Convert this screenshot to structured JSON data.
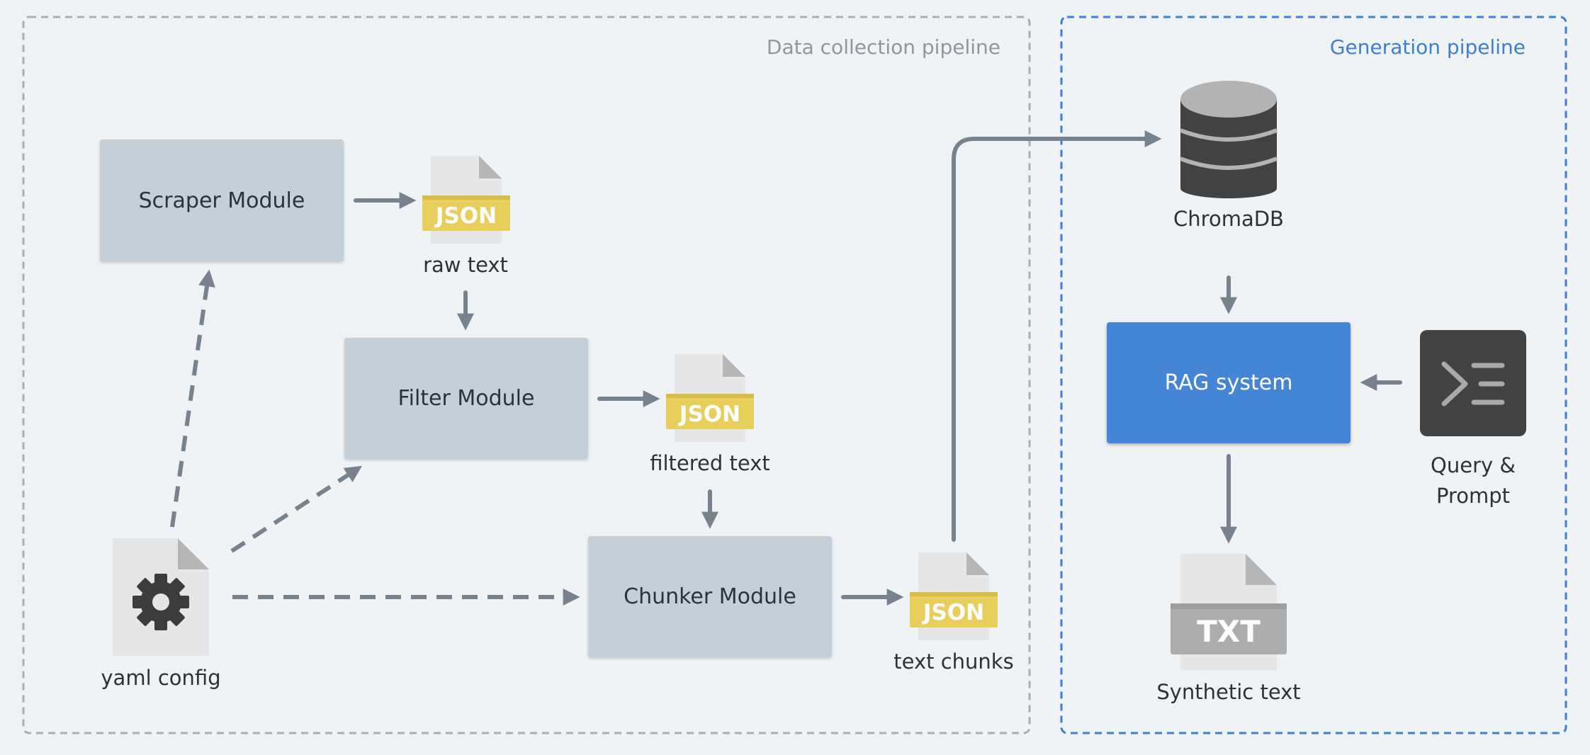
{
  "regions": {
    "data_collection": {
      "title": "Data collection pipeline",
      "color": "#8f979e"
    },
    "generation": {
      "title": "Generation pipeline",
      "color": "#3d7fd0"
    }
  },
  "modules": {
    "scraper": "Scraper Module",
    "filter": "Filter Module",
    "chunker": "Chunker Module",
    "rag": "RAG system"
  },
  "files": {
    "json_badge": "JSON",
    "txt_badge": "TXT",
    "raw_text": "raw text",
    "filtered_text": "filtered text",
    "text_chunks": "text chunks",
    "yaml_config": "yaml config",
    "synthetic_text": "Synthetic text"
  },
  "database": {
    "label": "ChromaDB"
  },
  "query": {
    "line1": "Query &",
    "line2": "Prompt"
  },
  "colors": {
    "arrow": "#77828e",
    "module_bg": "#c5cfd7",
    "rag_bg": "#4585d6",
    "json_band": "#e8cf5c",
    "doc_body": "#e6e6e6",
    "doc_fold": "#b6b6b6",
    "db_dark": "#424242",
    "db_top": "#b3b3b3",
    "terminal_bg": "#424242",
    "txt_band": "#adadad"
  }
}
